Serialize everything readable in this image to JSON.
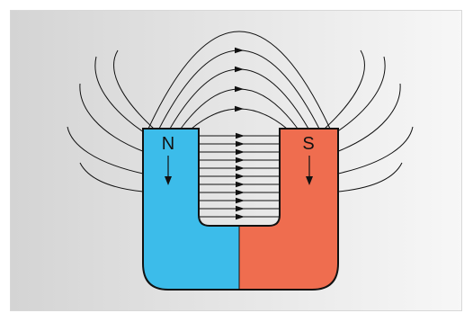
{
  "diagram": {
    "poles": {
      "north": {
        "label": "N",
        "color": "#3cbcea"
      },
      "south": {
        "label": "S",
        "color": "#ef6d4f"
      }
    },
    "field_line_color": "#111111",
    "outline_color": "#111111",
    "background_gradient": [
      "#d4d4d4",
      "#f7f7f7"
    ],
    "arrow_direction": "north-to-south"
  }
}
